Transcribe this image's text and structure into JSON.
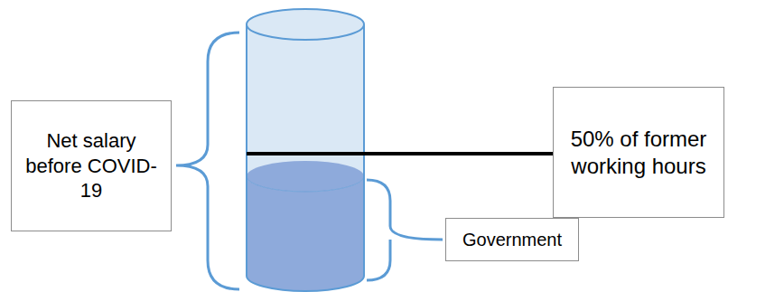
{
  "diagram": {
    "nodes": [
      {
        "text": [
          "Net salary before COVID-19"
        ]
      },
      {
        "text": [
          "50% of former working hours"
        ]
      },
      {
        "text": [
          "Government"
        ]
      }
    ]
  }
}
